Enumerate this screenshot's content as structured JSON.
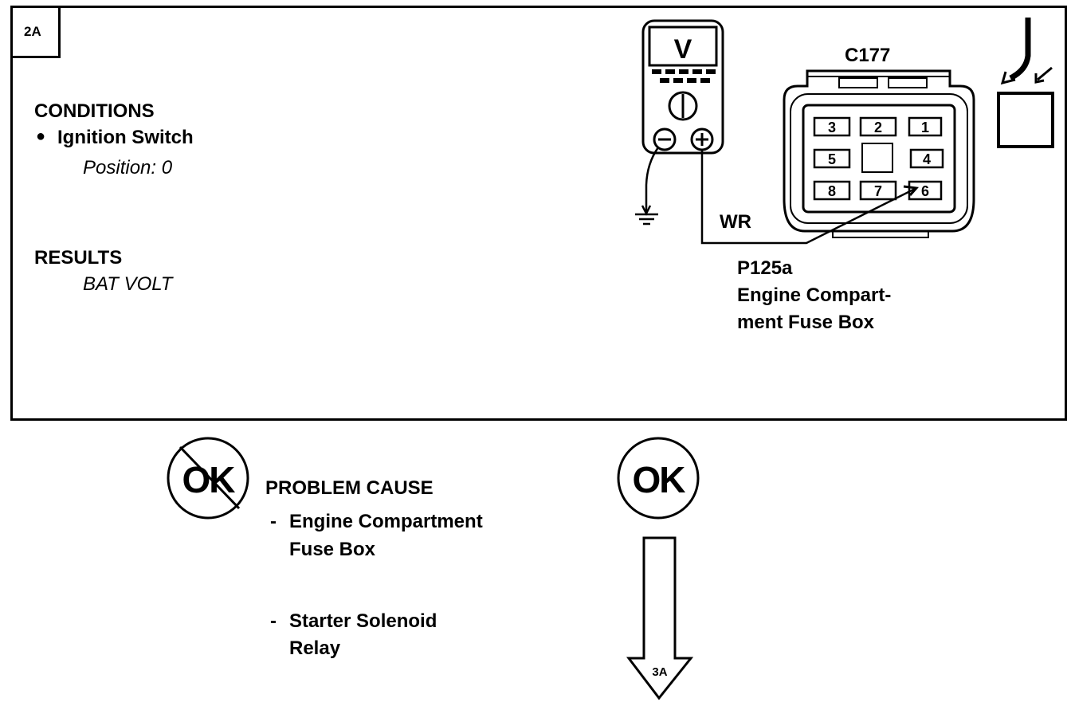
{
  "step_label": "2A",
  "conditions": {
    "heading": "CONDITIONS",
    "bullet": "Ignition Switch",
    "detail": "Position: 0"
  },
  "results": {
    "heading": "RESULTS",
    "value": "BAT VOLT"
  },
  "meter": {
    "display": "V",
    "negative_symbol": "⊖",
    "positive_symbol": "⊕"
  },
  "connector": {
    "id": "C177",
    "pins": [
      "3",
      "2",
      "1",
      "5",
      "4",
      "8",
      "7",
      "6"
    ],
    "measured_pin": "6"
  },
  "wire_label": "WR",
  "location": {
    "code": "P125a",
    "line1": "Engine Compart-",
    "line2": "ment Fuse Box"
  },
  "not_ok": {
    "symbol": "OK",
    "heading": "PROBLEM CAUSE",
    "causes": [
      {
        "line1": "Engine Compartment",
        "line2": "Fuse Box"
      },
      {
        "line1": "Starter Solenoid",
        "line2": "Relay"
      }
    ]
  },
  "ok": {
    "symbol": "OK",
    "next_step": "3A"
  }
}
